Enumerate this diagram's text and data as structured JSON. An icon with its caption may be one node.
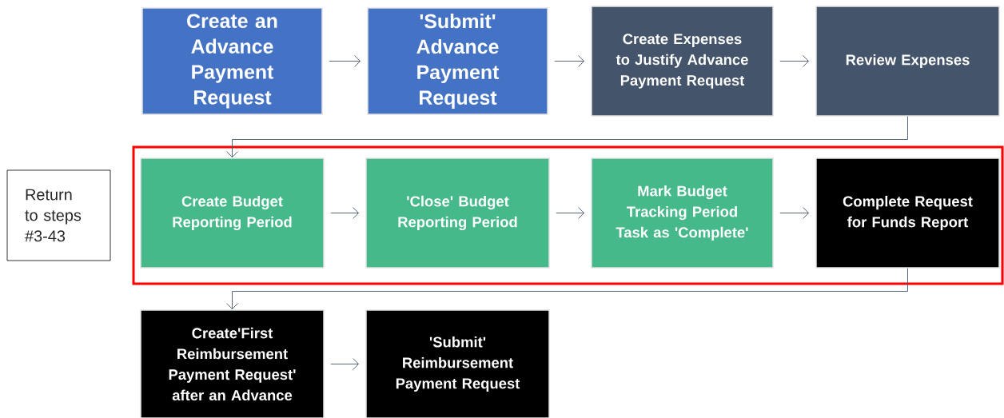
{
  "diagram": {
    "nodes": [
      {
        "text": [
          "Create an Advance Payment Request"
        ]
      },
      {
        "text": [
          "'Submit' Advance Payment Request"
        ]
      },
      {
        "text": [
          "Create Expenses to Justify Advance Payment Request"
        ]
      },
      {
        "text": [
          "Review Expenses"
        ]
      },
      {
        "text": [
          "Return to steps #3-43"
        ]
      },
      {
        "text": [],
        "shape": "box"
      },
      {
        "text": [
          "Create Budget Reporting Period"
        ],
        "in": 5
      },
      {
        "text": [
          "'Close' Budget Reporting Period"
        ],
        "in": 5
      },
      {
        "text": [
          "Mark Budget Tracking Period Task as 'Complete'"
        ],
        "in": 5
      },
      {
        "text": [
          "Complete Request for Funds Report"
        ],
        "in": 5
      },
      {
        "text": [
          "Create'First Reimbursement Payment Request' after an Advance"
        ]
      },
      {
        "text": [
          "'Submit' Reimbursement Payment Request"
        ]
      }
    ],
    "edges": [
      {
        "from": 0,
        "to": 1,
        "arrow": "to"
      },
      {
        "from": 1,
        "to": 2,
        "arrow": "to"
      },
      {
        "from": 2,
        "to": 3,
        "arrow": "to"
      },
      {
        "from": 3,
        "to": 6,
        "arrow": "to"
      },
      {
        "from": 6,
        "to": 7,
        "arrow": "to"
      },
      {
        "from": 7,
        "to": 8,
        "arrow": "to"
      },
      {
        "from": 8,
        "to": 9,
        "arrow": "to"
      },
      {
        "from": 9,
        "to": 10,
        "arrow": "to"
      },
      {
        "from": 10,
        "to": 11,
        "arrow": "to"
      }
    ]
  }
}
